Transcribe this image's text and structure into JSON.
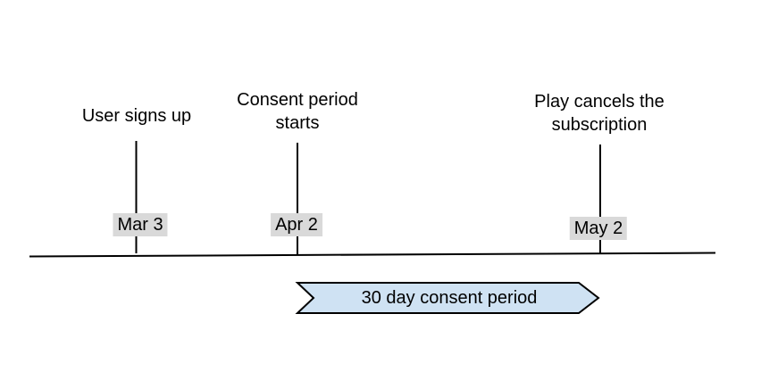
{
  "diagram": {
    "events": [
      {
        "title": "User signs up",
        "date": "Mar 3"
      },
      {
        "title": "Consent period starts",
        "date": "Apr 2"
      },
      {
        "title": "Play cancels the subscription",
        "date": "May 2"
      }
    ],
    "banner": {
      "label": "30 day consent period"
    }
  },
  "colors": {
    "background": "#ffffff",
    "line": "#000000",
    "text": "#000000",
    "date_label_bg": "#d9d9d9",
    "banner_fill": "#cfe2f3",
    "banner_stroke": "#000000"
  }
}
